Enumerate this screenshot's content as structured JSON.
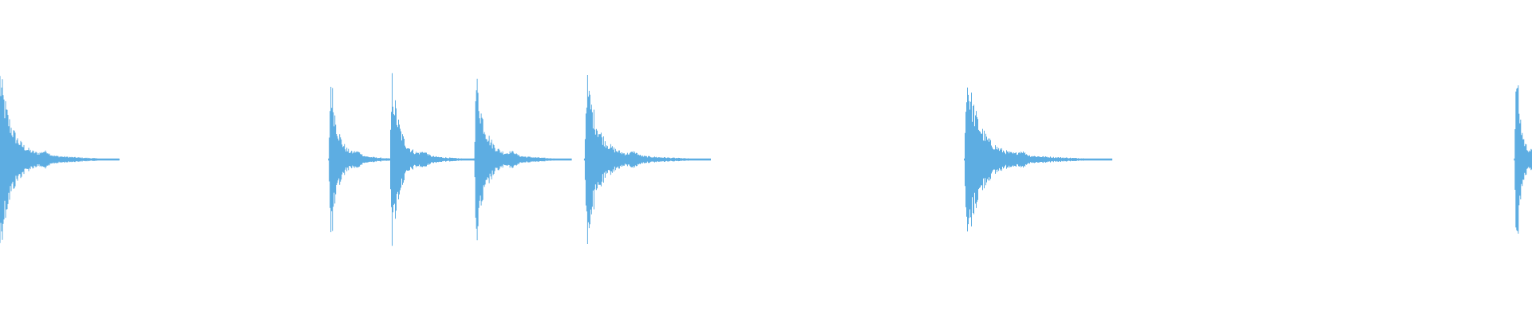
{
  "waveform": {
    "color": "#5dade2",
    "background": "#ffffff",
    "duration_s": 10.0,
    "hits": [
      {
        "time_s": 0.0,
        "amplitude": 1.0,
        "decay_s": 0.78
      },
      {
        "time_s": 2.16,
        "amplitude": 0.96,
        "decay_s": 0.46
      },
      {
        "time_s": 2.56,
        "amplitude": 0.92,
        "decay_s": 0.55
      },
      {
        "time_s": 3.11,
        "amplitude": 0.95,
        "decay_s": 0.62
      },
      {
        "time_s": 3.83,
        "amplitude": 0.93,
        "decay_s": 0.81
      },
      {
        "time_s": 6.31,
        "amplitude": 0.98,
        "decay_s": 0.95
      },
      {
        "time_s": 9.9,
        "amplitude": 1.08,
        "decay_s": 0.3
      }
    ]
  }
}
